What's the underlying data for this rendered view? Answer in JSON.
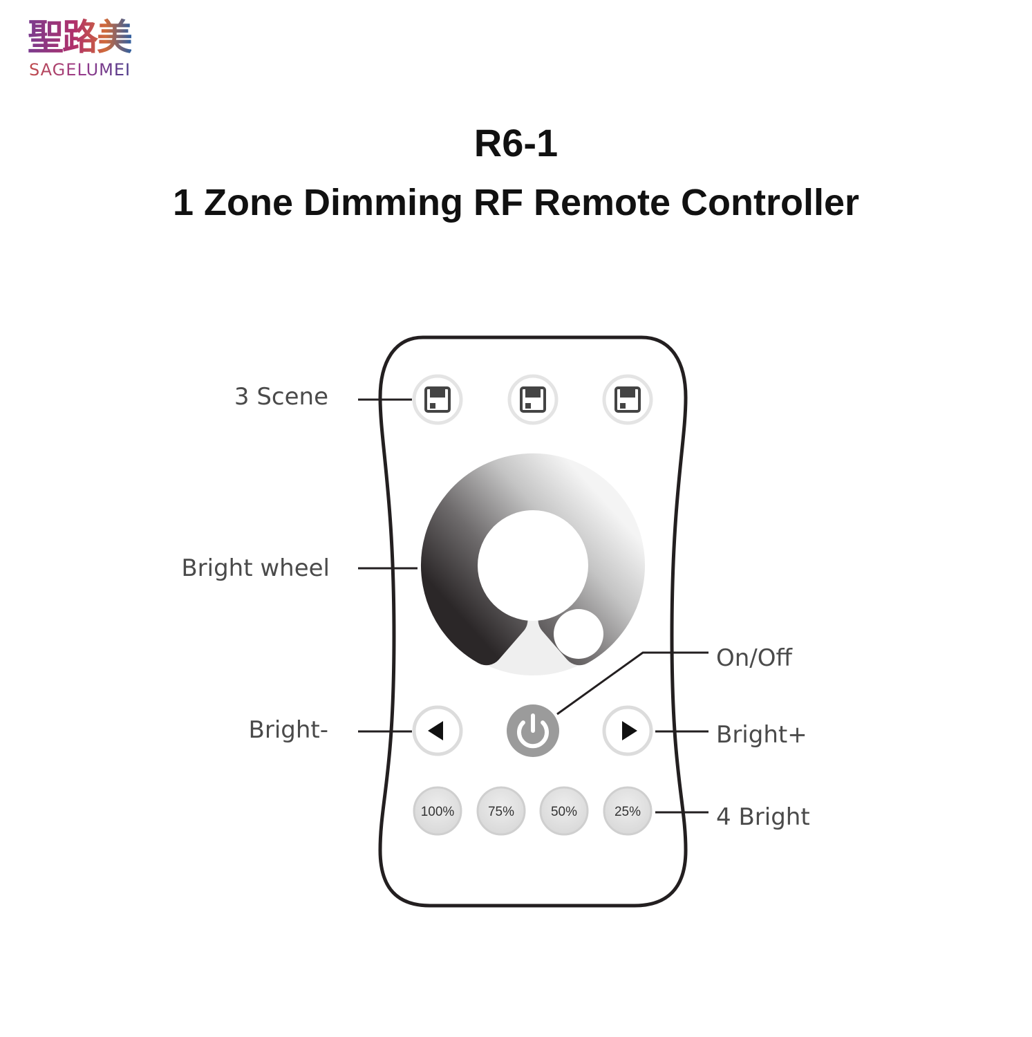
{
  "brand": {
    "name_cjk": "聖路美",
    "name_latin": "SAGELUMEI"
  },
  "header": {
    "title": "R6-1",
    "subtitle": "1 Zone Dimming RF Remote Controller"
  },
  "labels": {
    "scenes": "3 Scene",
    "wheel": "Bright wheel",
    "bright_minus": "Bright-",
    "on_off": "On/Off",
    "bright_plus": "Bright+",
    "four_bright": "4 Bright"
  },
  "remote": {
    "scene_buttons": [
      "floppy-disk-icon",
      "floppy-disk-icon",
      "floppy-disk-icon"
    ],
    "wheel": "brightness-wheel",
    "bright_minus_icon": "triangle-left-icon",
    "power_icon": "power-icon",
    "bright_plus_icon": "triangle-right-icon",
    "preset_buttons": [
      "100%",
      "75%",
      "50%",
      "25%"
    ],
    "colors": {
      "outline": "#231f20",
      "button_fill": "#e6e6e6",
      "power_fill": "#9b9b9b",
      "wheel_dark": "#2b2728",
      "wheel_light": "#f4f4f4"
    }
  }
}
